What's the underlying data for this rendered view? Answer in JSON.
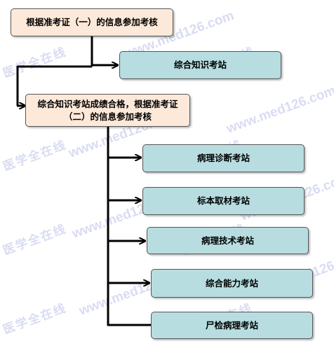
{
  "diagram": {
    "top_box": "根据准考证（一）的信息参加考核",
    "first_station": "综合知识考站",
    "middle_box_line1": "综合知识考站成绩合格，根据准考证",
    "middle_box_line2": "（二）的信息参加考核",
    "stations": [
      "病理诊断考站",
      "标本取材考站",
      "病理技术考站",
      "综合能力考站",
      "尸检病理考站"
    ]
  },
  "watermark": {
    "chinese": "医学全在线",
    "url": "www.med126.com"
  },
  "colors": {
    "cream_box": "#fde9d9",
    "teal_box": "#b7dde0",
    "watermark": "#7882d2"
  }
}
